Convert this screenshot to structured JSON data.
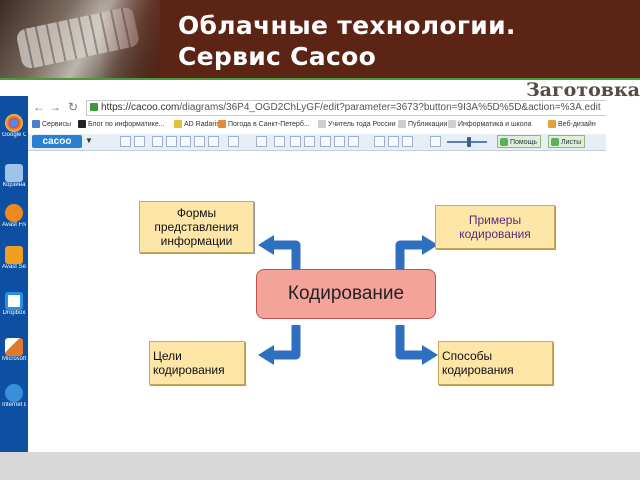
{
  "slide": {
    "title": "Облачные технологии.\nСервис Cacoo",
    "subtitle": "Заготовка"
  },
  "desktop": {
    "icons": [
      {
        "name": "chrome-icon",
        "label": "Google Chrome",
        "color": "#d8453b"
      },
      {
        "name": "recycle-bin-icon",
        "label": "Корзина",
        "color": "#9fc4ea"
      },
      {
        "name": "avast-icon",
        "label": "Avast Free Antivirus",
        "color": "#f08a1e"
      },
      {
        "name": "avast-secureline-icon",
        "label": "Avast SecureLine",
        "color": "#f0a020"
      },
      {
        "name": "dropbox-icon",
        "label": "Dropbox",
        "color": "#2c8fe0"
      },
      {
        "name": "office-icon",
        "label": "Microsoft Office",
        "color": "#e07a2a"
      },
      {
        "name": "internet-explorer-icon",
        "label": "Internet Explorer",
        "color": "#3a8fd8"
      }
    ]
  },
  "browser": {
    "url_host": "https://cacoo.com",
    "url_rest": "/diagrams/36P4_OGD2ChLyGF/edit?parameter=3673?button=9I3A%5D%5D&action=%3A.edit"
  },
  "bookmarks": [
    "Сервисы",
    "Блог по информатике...",
    "AD Radaris",
    "Погода в Санкт-Петерб...",
    "Учитель года России",
    "Публикации",
    "Информатика и школа",
    "Веб-дизайн"
  ],
  "toolbar": {
    "logo": "cacoo",
    "help_label": "Помощь",
    "sheets_label": "Листы"
  },
  "diagram": {
    "center": "Кодирование",
    "top_left": "Формы\nпредставления\nинформации",
    "top_right": "Примеры\nкодирования",
    "bottom_left": "Цели\nкодирования",
    "bottom_right": "Способы\nкодирования",
    "colors": {
      "node_fill": "#fde6a8",
      "center_fill": "#f4a39a",
      "arrow": "#2f6fc0"
    }
  }
}
